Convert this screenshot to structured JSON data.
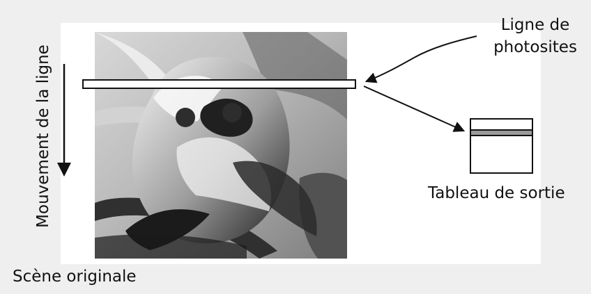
{
  "diagram": {
    "labels": {
      "photosite_line": "Ligne de photosites",
      "output_table": "Tableau de sortie",
      "original_scene": "Scène originale",
      "line_movement": "Mouvement de la ligne"
    },
    "colors": {
      "background": "#efefef",
      "panel": "#ffffff",
      "stroke": "#111111",
      "output_row": "#9a9a9a"
    }
  }
}
